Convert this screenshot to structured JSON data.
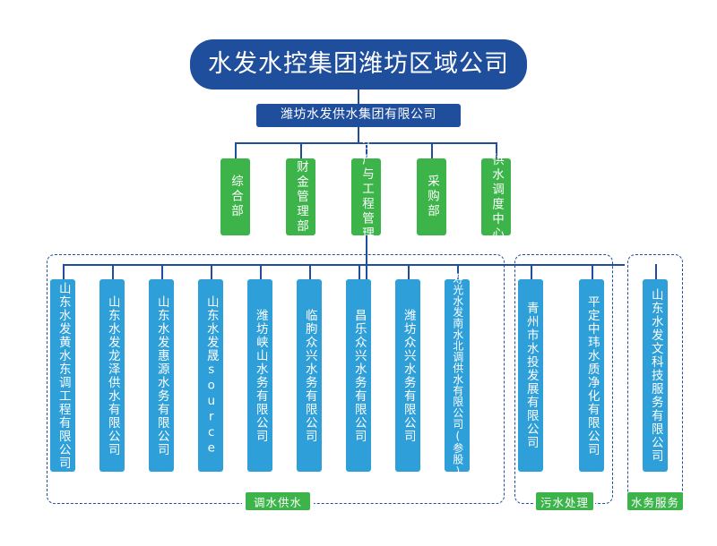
{
  "chart": {
    "title": "水发水控集团潍坊区域公司",
    "subtitle": "潍坊水发供水集团有限公司"
  },
  "departments": [
    {
      "label": "综 合 部"
    },
    {
      "label": "财金管理部"
    },
    {
      "label": "管理部与工程生产"
    },
    {
      "label": "采 购 部"
    },
    {
      "label": "供水调度中心"
    }
  ],
  "departments_display": [
    "综合部",
    "财金管理部",
    "生产与工程管理部",
    "采购部",
    "供水调度中心"
  ],
  "groups": [
    {
      "label": "调水供水",
      "companies": [
        "山东水发黄水东调工程有限公司",
        "山东水发龙泽供水有限公司",
        "山东水发惠源水务有限公司",
        "山东水发晟source",
        "潍坊峡山水务有限公司",
        "临朐众兴水务有限公司",
        "昌乐众兴水务有限公司",
        "潍坊众兴水务有限公司",
        "寿光水发南水北调供水有限公司(参股)"
      ]
    },
    {
      "label": "污水处理",
      "companies": [
        "青州市水投发展有限公司",
        "平定中玮水质净化有限公司"
      ]
    },
    {
      "label": "水务服务",
      "companies": [
        "山东水发文科技服务有限公司"
      ]
    }
  ],
  "colors": {
    "root": "#1f4e9c",
    "department": "#3cb44a",
    "company": "#2e9fd8",
    "line": "#1f4e9c",
    "label": "#3cb44a"
  }
}
